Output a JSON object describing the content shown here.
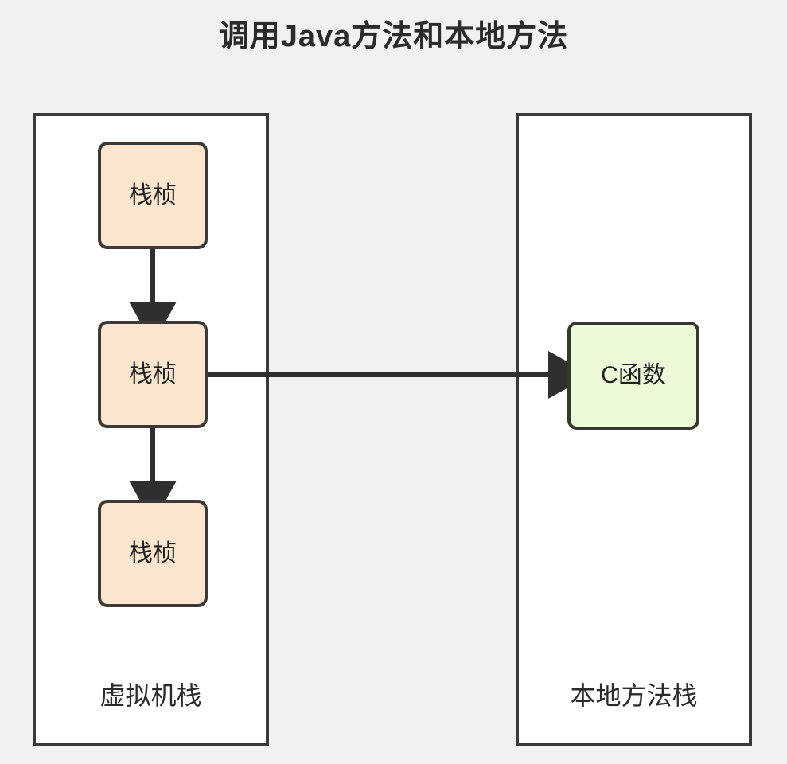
{
  "diagram": {
    "title": "调用Java方法和本地方法",
    "background_color": "#f1f1f1",
    "title_color": "#2b2b2b"
  },
  "containers": [
    {
      "id": "vm-stack",
      "caption": "虚拟机栈",
      "fill": "#ffffff",
      "border_color": "#3a3a3a"
    },
    {
      "id": "native-stack",
      "caption": "本地方法栈",
      "fill": "#ffffff",
      "border_color": "#3a3a3a"
    }
  ],
  "nodes": {
    "frames": [
      {
        "label": "栈桢",
        "fill": "#fae5ce",
        "border_color": "#3d3936"
      },
      {
        "label": "栈桢",
        "fill": "#fae5ce",
        "border_color": "#3d3936"
      },
      {
        "label": "栈桢",
        "fill": "#fae5ce",
        "border_color": "#3d3936"
      }
    ],
    "native_function": {
      "label": "C函数",
      "fill": "#ecfad7",
      "border_color": "#34392f"
    }
  },
  "connectors": [
    {
      "id": "frame1-to-frame2",
      "direction": "down",
      "color": "#2f2f2f"
    },
    {
      "id": "frame2-to-frame3",
      "direction": "down",
      "color": "#2f2f2f"
    },
    {
      "id": "frame2-to-c-function",
      "direction": "right",
      "color": "#2f2f2f"
    }
  ]
}
